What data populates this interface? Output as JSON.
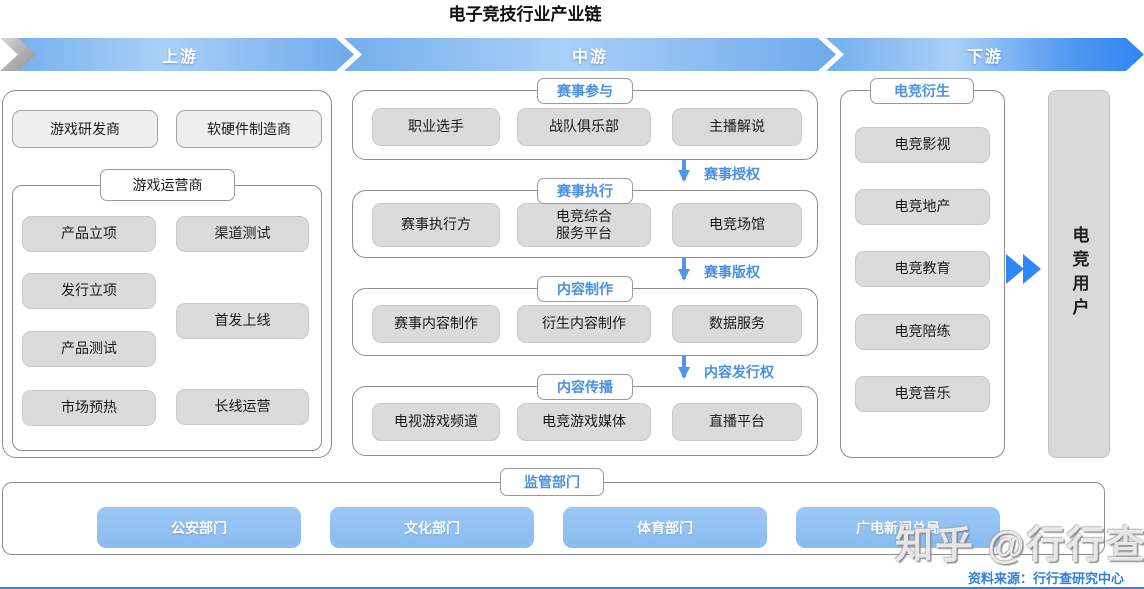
{
  "title": "电子竞技行业产业链",
  "banner": {
    "segments": [
      "上游",
      "中游",
      "下游"
    ]
  },
  "upstream": {
    "top_boxes": [
      "游戏研发商",
      "软硬件制造商"
    ],
    "operator": {
      "label": "游戏运营商",
      "left_flow": [
        "产品立项",
        "发行立项",
        "产品测试",
        "市场预热"
      ],
      "right_flow": [
        "渠道测试",
        "首发上线",
        "长线运营"
      ]
    }
  },
  "midstream": {
    "groups": [
      {
        "label": "赛事参与",
        "items": [
          "职业选手",
          "战队俱乐部",
          "主播解说"
        ]
      },
      {
        "label": "赛事执行",
        "items": [
          "赛事执行方",
          "电竞综合\n服务平台",
          "电竞场馆"
        ]
      },
      {
        "label": "内容制作",
        "items": [
          "赛事内容制作",
          "衍生内容制作",
          "数据服务"
        ]
      },
      {
        "label": "内容传播",
        "items": [
          "电视游戏频道",
          "电竞游戏媒体",
          "直播平台"
        ]
      }
    ],
    "arrows": [
      "赛事授权",
      "赛事版权",
      "内容发行权"
    ]
  },
  "downstream": {
    "derivative": {
      "label": "电竞衍生",
      "items": [
        "电竞影视",
        "电竞地产",
        "电竞教育",
        "电竞陪练",
        "电竞音乐"
      ]
    },
    "user": "电竞用户"
  },
  "regulator": {
    "label": "监管部门",
    "items": [
      "公安部门",
      "文化部门",
      "体育部门",
      "广电新闻总局"
    ]
  },
  "watermark": "知乎 @行行查",
  "source": "资料来源：行行查研究中心",
  "colors": {
    "accent_blue": "#4A90E2",
    "arrow_blue": "#4D96E8",
    "banner_tip_blue": "#2F86F5",
    "box_gray": "#DBDBDB",
    "regulator_box_blue": "#92C2F2",
    "source_blue": "#2E7FE0"
  }
}
